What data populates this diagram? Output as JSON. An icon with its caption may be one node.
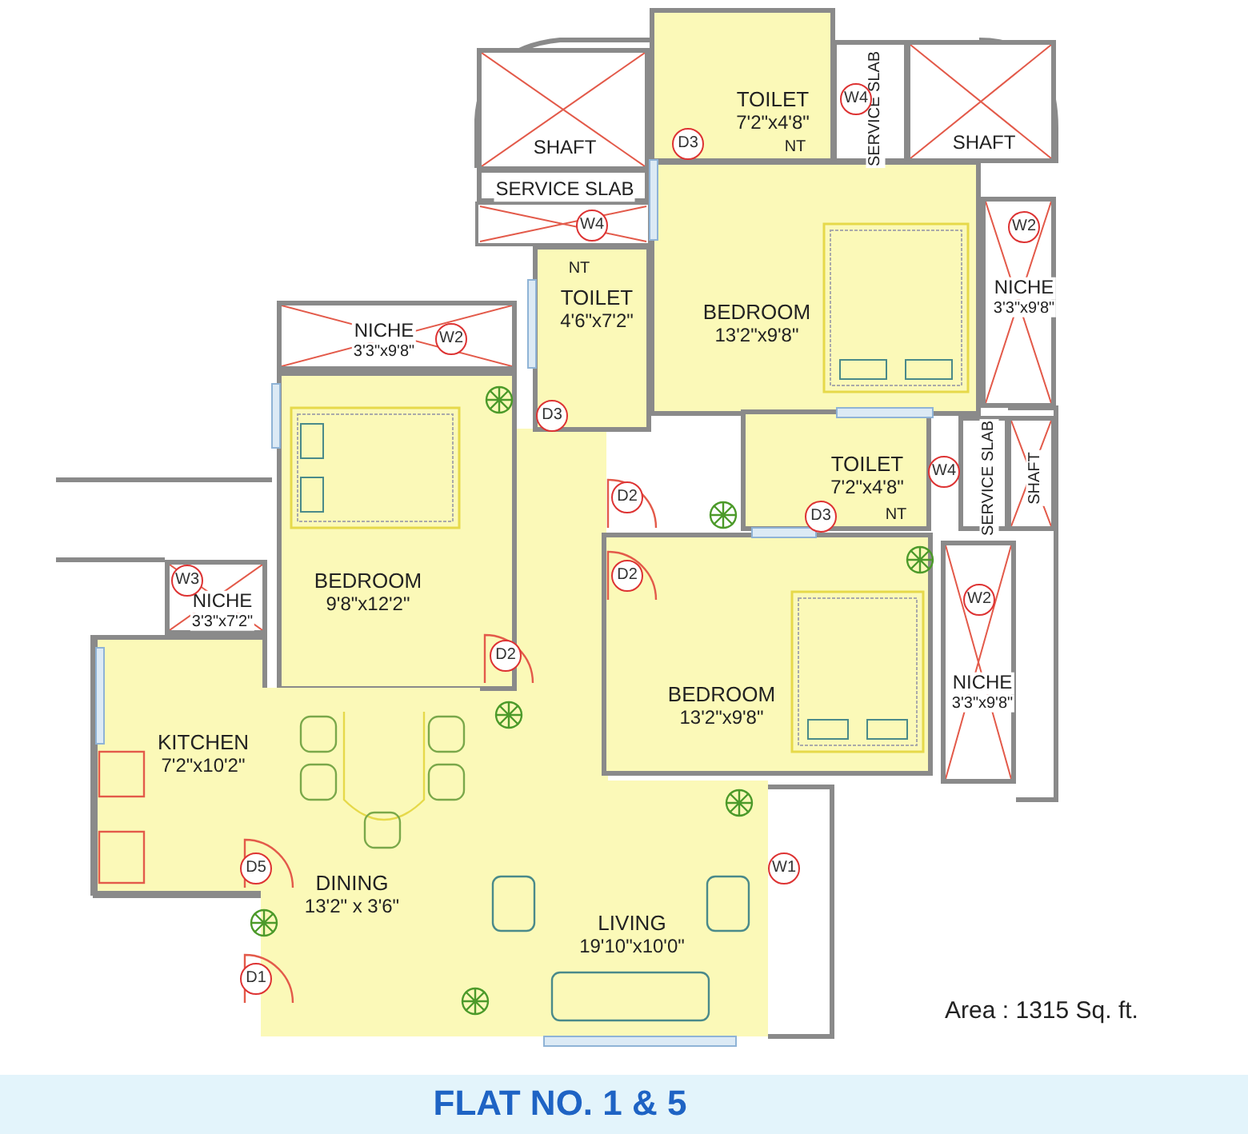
{
  "diagram": {
    "title": "FLAT NO. 1 & 5",
    "nodes": [
      {
        "text": [
          "SHAFT"
        ]
      },
      {
        "text": [
          "SERVICE SLAB"
        ]
      },
      {
        "text": [
          "TOILET",
          "7'2\"x4'8\""
        ]
      },
      {
        "text": [
          "SERVICE SLAB"
        ]
      },
      {
        "text": [
          "SHAFT"
        ]
      },
      {
        "text": [
          "TOILET",
          "4'6\"x7'2\""
        ]
      },
      {
        "text": [
          "BEDROOM",
          "13'2\"x9'8\""
        ]
      },
      {
        "text": [
          "NICHE",
          "3'3\"x9'8\""
        ]
      },
      {
        "text": [
          "NICHE",
          "3'3\"x9'8\""
        ]
      },
      {
        "text": [
          "BEDROOM",
          "9'8\"x12'2\""
        ]
      },
      {
        "text": [
          "TOILET",
          "7'2\"x4'8\""
        ]
      },
      {
        "text": [
          "SERVICE SLAB"
        ]
      },
      {
        "text": [
          "SHAFT"
        ]
      },
      {
        "text": [
          "NICHE",
          "3'3\"x7'2\""
        ]
      },
      {
        "text": [
          "BEDROOM",
          "13'2\"x9'8\""
        ]
      },
      {
        "text": [
          "NICHE",
          "3'3\"x9'8\""
        ]
      },
      {
        "text": [
          "KITCHEN",
          "7'2\"x10'2\""
        ]
      },
      {
        "text": [
          "DINING",
          "13'2\" x 3'6\""
        ]
      },
      {
        "text": [
          "LIVING",
          "19'10\"x10'0\""
        ]
      }
    ],
    "labels": [
      "W4",
      "D3",
      "NT",
      "W4",
      "W2",
      "NT",
      "W2",
      "D3",
      "W4",
      "D2",
      "D3",
      "NT",
      "D2",
      "W3",
      "W2",
      "D2",
      "D5",
      "W1",
      "D1",
      "Area : 1315 Sq. ft."
    ]
  }
}
